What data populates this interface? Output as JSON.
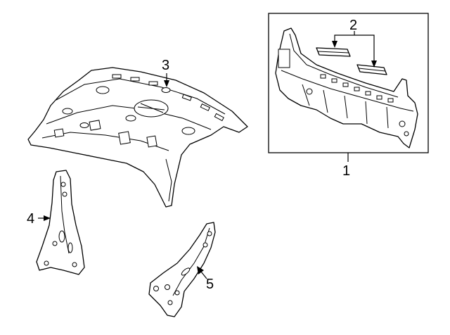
{
  "callouts": {
    "c1": "1",
    "c2": "2",
    "c3": "3",
    "c4": "4",
    "c5": "5"
  },
  "parts": [
    {
      "callout": "1",
      "icon": "rear-body-panel"
    },
    {
      "callout": "2",
      "icon": "reinforcement-brackets"
    },
    {
      "callout": "3",
      "icon": "package-tray"
    },
    {
      "callout": "4",
      "icon": "side-support-brace-left"
    },
    {
      "callout": "5",
      "icon": "side-support-brace-right"
    }
  ],
  "colors": {
    "line": "#000000",
    "background": "#ffffff"
  }
}
